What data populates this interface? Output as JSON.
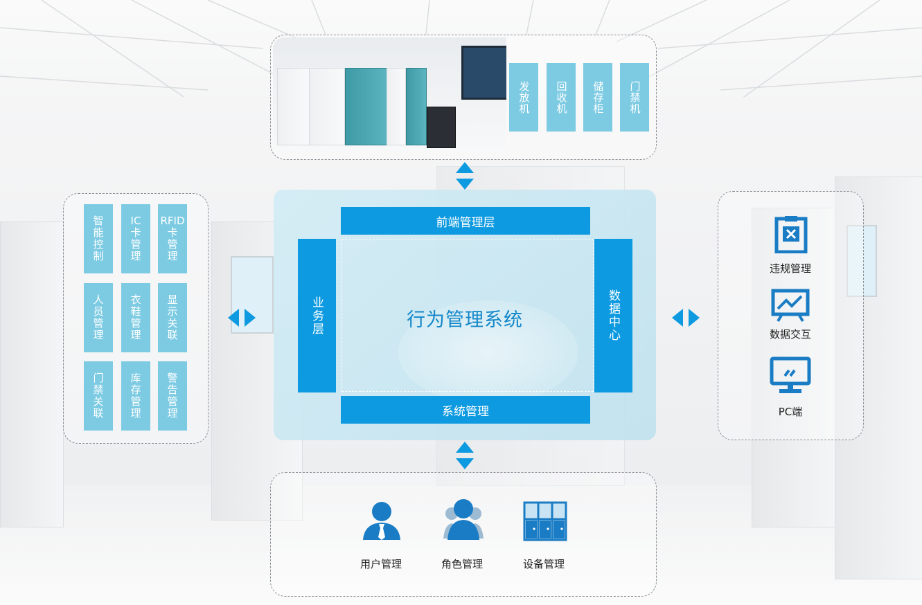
{
  "devices": [
    "发放机",
    "回收机",
    "储存柜",
    "门禁机"
  ],
  "center": {
    "title": "行为管理系统",
    "top_layer": "前端管理层",
    "left_layer": "业务层",
    "right_layer": "数据中心",
    "bottom_layer": "系统管理"
  },
  "features": [
    [
      "智",
      "能",
      "控",
      "制"
    ],
    [
      "IC",
      "卡",
      "管",
      "理"
    ],
    [
      "RFID",
      "卡",
      "管",
      "理"
    ],
    [
      "人",
      "员",
      "管",
      "理"
    ],
    [
      "衣",
      "鞋",
      "管",
      "理"
    ],
    [
      "显",
      "示",
      "关",
      "联"
    ],
    [
      "门",
      "禁",
      "关",
      "联"
    ],
    [
      "库",
      "存",
      "管",
      "理"
    ],
    [
      "警",
      "告",
      "管",
      "理"
    ]
  ],
  "right_items": [
    {
      "label": "违规管理",
      "icon": "violation-clipboard-icon"
    },
    {
      "label": "数据交互",
      "icon": "data-board-icon"
    },
    {
      "label": "PC端",
      "icon": "pc-monitor-icon"
    }
  ],
  "bottom_items": [
    {
      "label": "用户管理",
      "icon": "user-icon"
    },
    {
      "label": "角色管理",
      "icon": "roles-icon"
    },
    {
      "label": "设备管理",
      "icon": "lockers-icon"
    }
  ],
  "colors": {
    "primary": "#0d9ae0",
    "light_block": "#7dcbe3",
    "icon_blue": "#1a7cc4",
    "title_blue": "#1287c9"
  }
}
